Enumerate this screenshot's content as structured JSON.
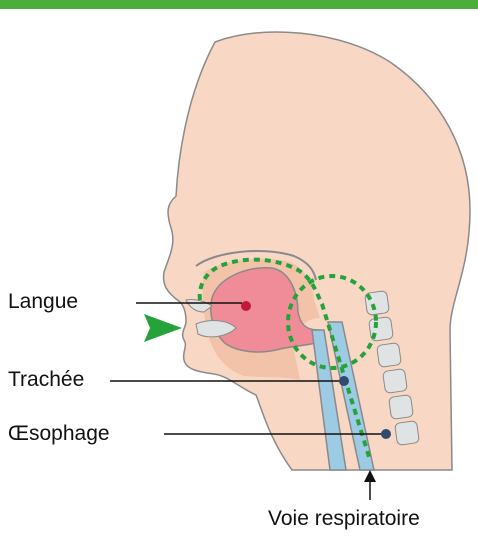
{
  "labels": {
    "tongue": "Langue",
    "trachea": "Trachée",
    "esophagus": "Œsophage",
    "airway": "Voie respiratoire"
  },
  "colors": {
    "top_bar": "#4cae3a",
    "skin": "#f8d7c4",
    "skin_shadow": "#f2c3a8",
    "outline": "#8a8a8a",
    "tongue": "#ef8c98",
    "tongue_dark": "#c01a3a",
    "cartilage": "#dfe3e3",
    "airway_blue": "#9ccbe3",
    "airway_dark": "#2f4b6e",
    "airway_path": "#24a33a",
    "arrow": "#24a33a"
  },
  "icons": {
    "airflow_arrow": "green-arrow-right-icon"
  }
}
